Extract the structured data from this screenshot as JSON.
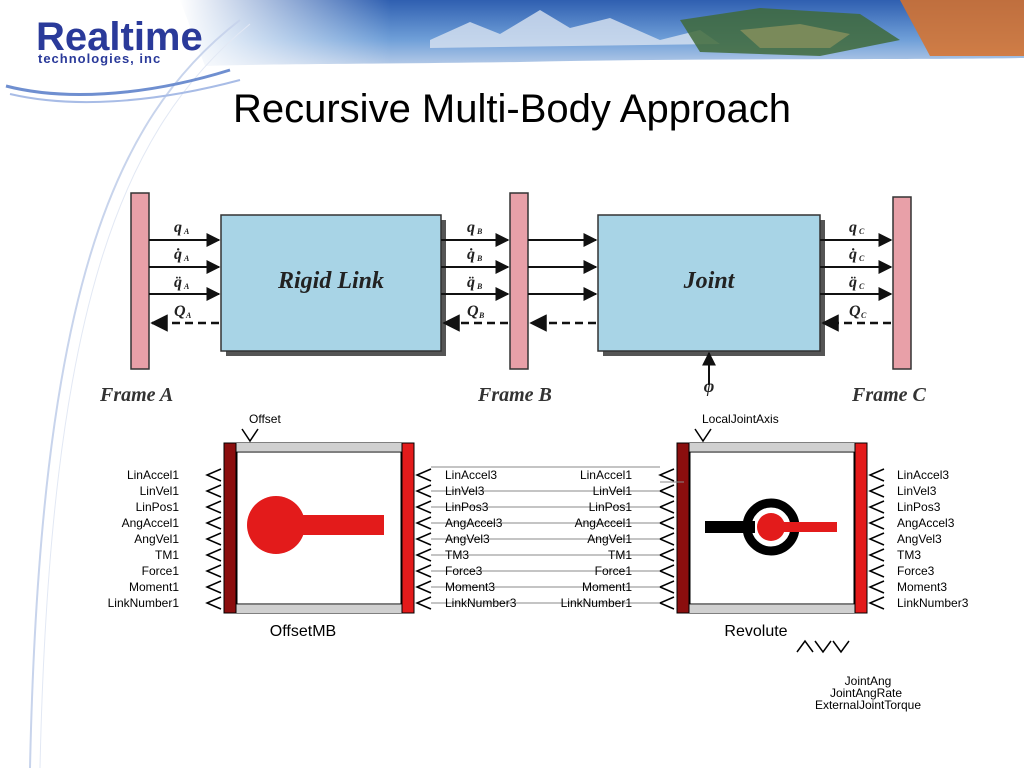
{
  "header": {
    "logo_top": "Realtime",
    "logo_bottom": "technologies, inc",
    "title": "Recursive Multi-Body Approach"
  },
  "top_diagram": {
    "frames": [
      "Frame A",
      "Frame B",
      "Frame C"
    ],
    "blocks": [
      "Rigid Link",
      "Joint"
    ],
    "signals_a": [
      "q",
      "q̇",
      "q̈",
      "Q"
    ],
    "signals_b": [
      "q",
      "q̇",
      "q̈",
      "Q"
    ],
    "signals_c": [
      "q",
      "q̇",
      "q̈",
      "Q"
    ],
    "subscripts": [
      "A",
      "B",
      "C"
    ],
    "joint_input": "φ"
  },
  "block_diagram": {
    "offset_block": {
      "name": "OffsetMB",
      "top_port": "Offset",
      "left_ports": [
        "LinAccel1",
        "LinVel1",
        "LinPos1",
        "AngAccel1",
        "AngVel1",
        "TM1",
        "Force1",
        "Moment1",
        "LinkNumber1"
      ],
      "right_ports": [
        "LinAccel3",
        "LinVel3",
        "LinPos3",
        "AngAccel3",
        "AngVel3",
        "TM3",
        "Force3",
        "Moment3",
        "LinkNumber3"
      ]
    },
    "revolute_block": {
      "name": "Revolute",
      "top_port": "LocalJointAxis",
      "left_ports": [
        "LinAccel1",
        "LinVel1",
        "LinPos1",
        "AngAccel1",
        "AngVel1",
        "TM1",
        "Force1",
        "Moment1",
        "LinkNumber1"
      ],
      "right_ports": [
        "LinAccel3",
        "LinVel3",
        "LinPos3",
        "AngAccel3",
        "AngVel3",
        "TM3",
        "Force3",
        "Moment3",
        "LinkNumber3"
      ],
      "bottom_ports": [
        "JointAng",
        "JointAngRate",
        "ExternalJointTorque"
      ]
    }
  },
  "colors": {
    "block_fill": "#a8d4e6",
    "frame_fill": "#e8a0a8",
    "accent_red": "#e31b1b",
    "dark_red": "#8b0e0e",
    "logo_blue": "#2a3a9a"
  }
}
